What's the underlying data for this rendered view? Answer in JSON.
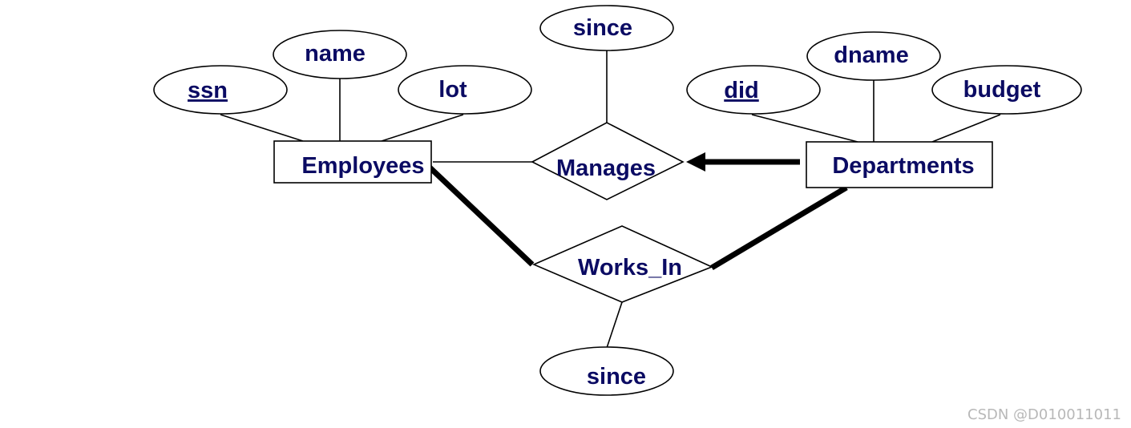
{
  "attributes": {
    "employees_ssn": "ssn",
    "employees_name": "name",
    "employees_lot": "lot",
    "departments_did": "did",
    "departments_dname": "dname",
    "departments_budget": "budget",
    "manages_since": "since",
    "works_in_since": "since"
  },
  "entities": {
    "employees": "Employees",
    "departments": "Departments"
  },
  "relationships": {
    "manages": "Manages",
    "works_in": "Works_In"
  },
  "colors": {
    "label_text": "#0b0b63",
    "stroke": "#000000",
    "watermark": "#b8b8b8"
  },
  "watermark": "CSDN @D010011011"
}
